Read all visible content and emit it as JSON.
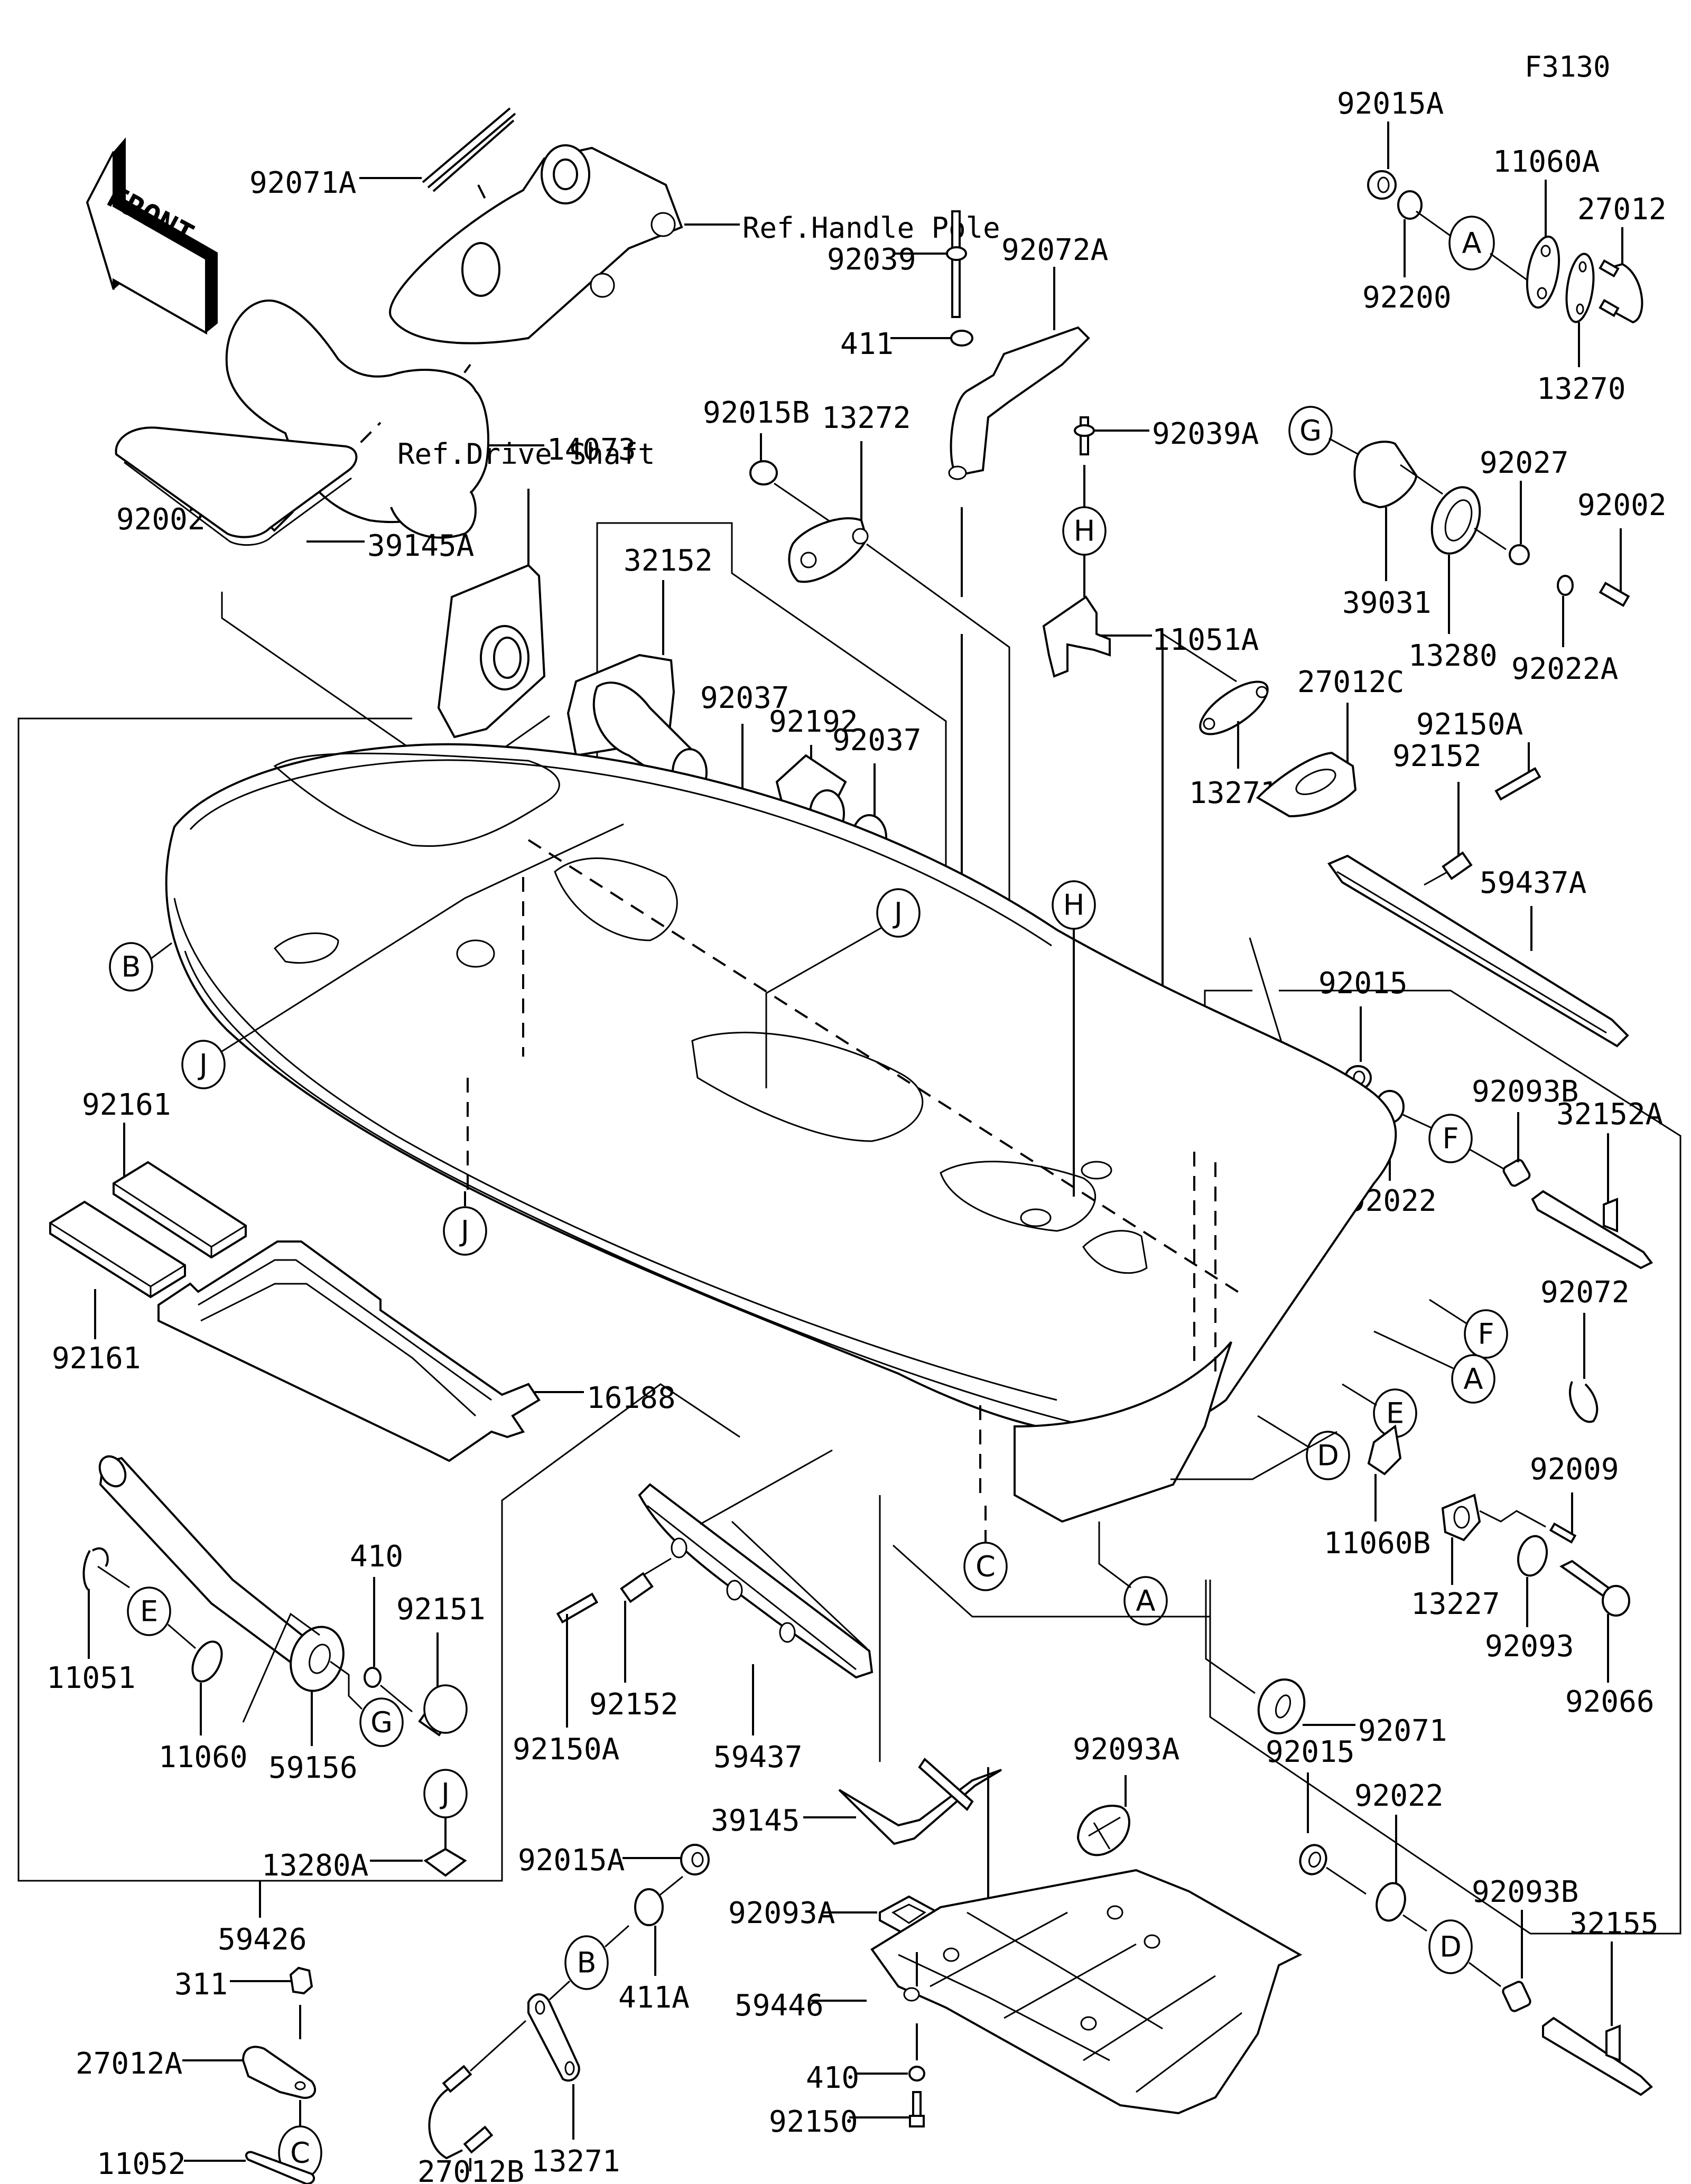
{
  "diagram": {
    "figure_code": "F3130",
    "front_label": "FRONT",
    "references": {
      "handle_pole": "Ref.Handle Pole",
      "drive_shaft": "Ref.Drive Shaft"
    },
    "callouts": {
      "A": "A",
      "B": "B",
      "C": "C",
      "D": "D",
      "E": "E",
      "F": "F",
      "G": "G",
      "H": "H",
      "J": "J"
    },
    "parts": {
      "p92071A": "92071A",
      "p92002_top": "92002",
      "p14073": "14073",
      "p39145A": "39145A",
      "p92039": "92039",
      "p92072A": "92072A",
      "p411": "411",
      "p92015B": "92015B",
      "p13272": "13272",
      "p92039A": "92039A",
      "p11051A": "11051A",
      "p32152": "32152",
      "p92037_a": "92037",
      "p92192": "92192",
      "p92037_b": "92037",
      "p92015A_top": "92015A",
      "p92200": "92200",
      "p11060A": "11060A",
      "p27012": "27012",
      "p13270": "13270",
      "p39031": "39031",
      "p13280": "13280",
      "p92027": "92027",
      "p92002_right": "92002",
      "p92022A": "92022A",
      "p27012C": "27012C",
      "p13271A": "13271A",
      "p92152_top": "92152",
      "p92150A_top": "92150A",
      "p59437A": "59437A",
      "p92015_mid": "92015",
      "p92093B_mid": "92093B",
      "p32152A": "32152A",
      "p92022_mid": "92022",
      "p92072": "92072",
      "p92161_a": "92161",
      "p92161_b": "92161",
      "p16188": "16188",
      "p410_left": "410",
      "p92151": "92151",
      "p11051": "11051",
      "p11060": "11060",
      "p59156": "59156",
      "p13280A": "13280A",
      "p59426": "59426",
      "p92150A_mid": "92150A",
      "p92152_mid": "92152",
      "p59437": "59437",
      "p39145": "39145",
      "p11060B": "11060B",
      "p92009": "92009",
      "p13227": "13227",
      "p92093": "92093",
      "p92066": "92066",
      "p92071": "92071",
      "p311": "311",
      "p27012A": "27012A",
      "p11052": "11052",
      "p92015A_bottom": "92015A",
      "p411A": "411A",
      "p13271": "13271",
      "p27012B": "27012B",
      "p92093A_a": "92093A",
      "p92093A_b": "92093A",
      "p59446": "59446",
      "p410_bottom": "410",
      "p92150": "92150",
      "p92015_bottom": "92015",
      "p92022_bottom": "92022",
      "p92093B_bottom": "92093B",
      "p32155": "32155"
    }
  }
}
